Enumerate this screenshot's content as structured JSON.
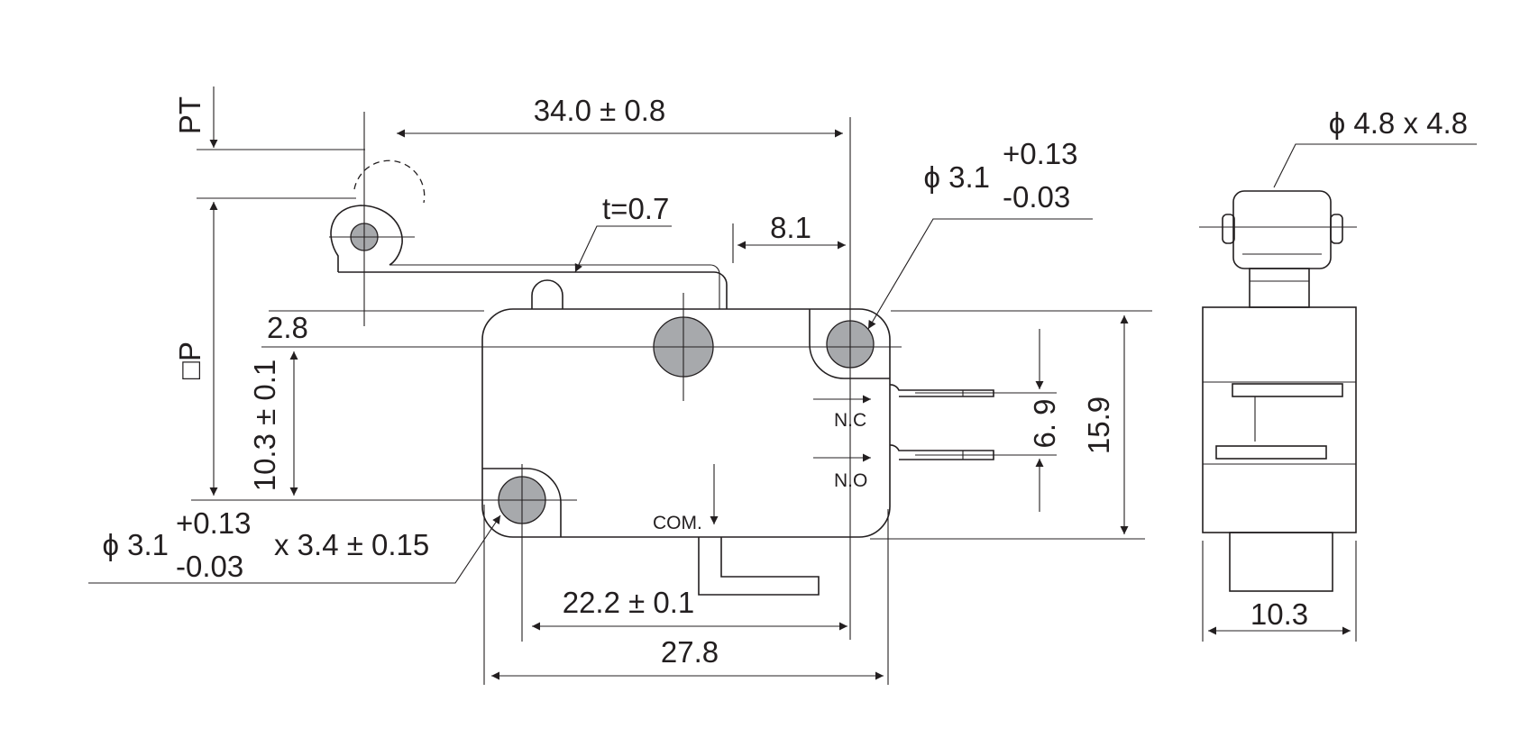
{
  "dimensions": {
    "pt": "PT",
    "op": "□P",
    "lever_length": "34.0 ± 0.8",
    "lever_thickness": "t=0.7",
    "tip_offset": "8.1",
    "hole_top_dia": "ϕ 3.1",
    "hole_top_tol_plus": "+0.13",
    "hole_top_tol_minus": "-0.03",
    "offset_28": "2.8",
    "height_103": "10.3 ± 0.1",
    "hole_bottom_dia": "ϕ 3.1",
    "hole_bottom_tol_plus": "+0.13",
    "hole_bottom_tol_minus": "-0.03",
    "hole_bottom_depth": "x 3.4 ± 0.15",
    "hole_spacing": "22.2 ± 0.1",
    "body_length": "27.8",
    "terminal_gap": "6. 9",
    "body_height": "15.9",
    "roller_dia": "ϕ 4.8 x 4.8",
    "side_width": "10.3"
  },
  "terminals": {
    "nc": "N.C",
    "no": "N.O",
    "com": "COM."
  },
  "colors": {
    "line": "#231f20",
    "hole_fill": "#a7a9ac"
  }
}
